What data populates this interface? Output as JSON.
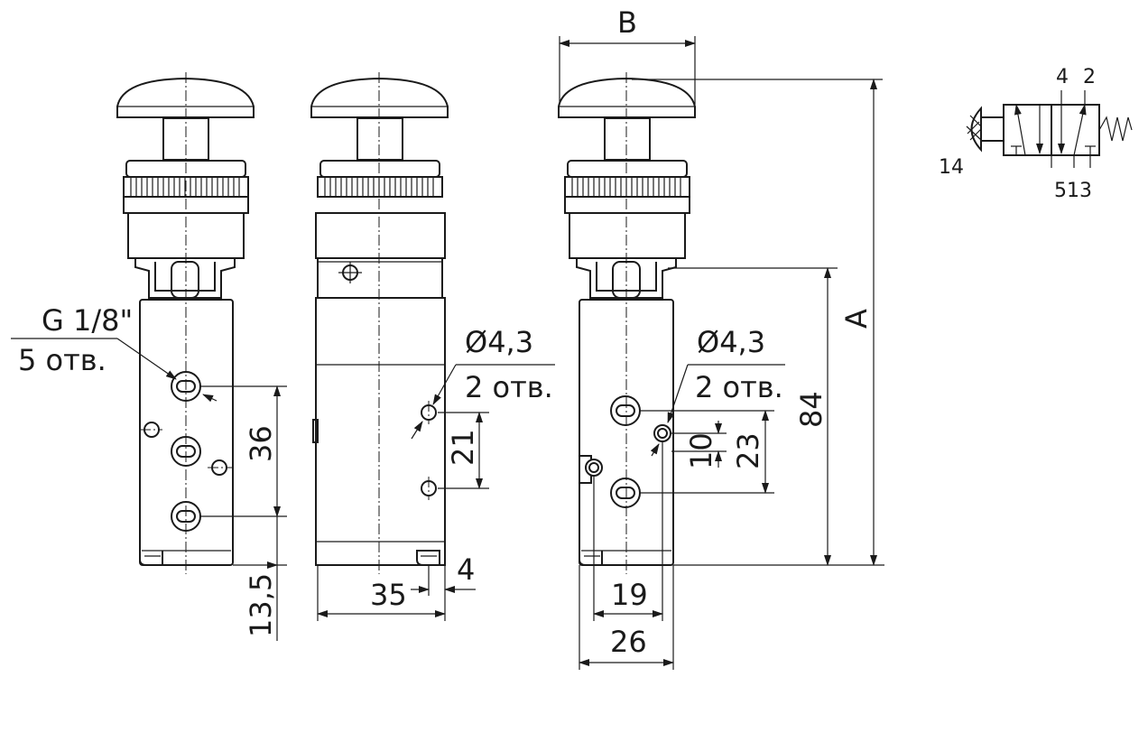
{
  "port_callout": {
    "thread": "G 1/8\"",
    "count": "5 отв."
  },
  "hole_callout_side": {
    "diameter": "Ø4,3",
    "count": "2 отв."
  },
  "hole_callout_right": {
    "diameter": "Ø4,3",
    "count": "2 отв."
  },
  "dimensions": {
    "port_spacing": "36",
    "bottom_offset": "13,5",
    "side_width": "35",
    "side_edge": "4",
    "side_hole_spacing": "21",
    "body_width": "26",
    "hole_pitch": "19",
    "hole_offset": "10",
    "port_hole_spacing": "23",
    "body_height": "84",
    "overall_height": "A",
    "button_width": "B"
  },
  "symbol": {
    "port_14": "14",
    "port_4": "4",
    "port_2": "2",
    "ports_513": "513"
  }
}
